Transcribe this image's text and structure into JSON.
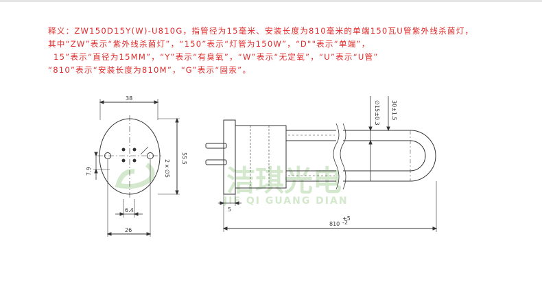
{
  "description": {
    "line1": "释义：ZW150D15Y(W)-U810G，指管径为15毫米、安装长度为810毫米的单端150瓦U管紫外线杀菌灯，",
    "line2": "其中“ZW”表示“紫外线杀菌灯”，“150”表示“灯管为150W”，“D\"\"表示“单端”，",
    "line3": "15”表示“直径为15MM”，“Y”表示“有臭氧”，“W”表示“无定氧”，“U”表示“U管”",
    "line4": "“810”表示“安装长度为810M”，“G”表示“固汞”。"
  },
  "drawing": {
    "left_view": {
      "dim_width": "38",
      "dim_height": "55.5",
      "dim_pins": "2 x ∅5",
      "dim_offset": "7.9",
      "dim_pin_spacing": "6.4",
      "dim_bottom": "26"
    },
    "right_view": {
      "dim_diameter": "∅15±0.3",
      "dim_height": "30±1.5",
      "dim_base": "5",
      "dim_length": "810",
      "dim_length_tol_top": "+5",
      "dim_length_tol_bot": "-2"
    }
  },
  "watermark": {
    "cn": "洁琪光电",
    "en": "JIE QI GUANG DIAN",
    "color": "#cfe6c8"
  }
}
